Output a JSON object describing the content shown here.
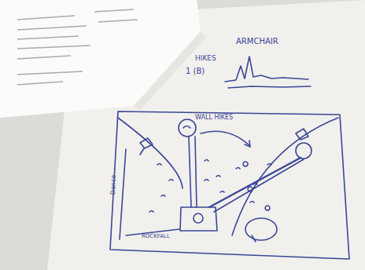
{
  "diagram": {
    "labels": [
      "ARMCHAIR",
      "HIKES",
      "1 (B)",
      "WALL HIKES",
      "ROCKFALL",
      "Dance"
    ]
  }
}
